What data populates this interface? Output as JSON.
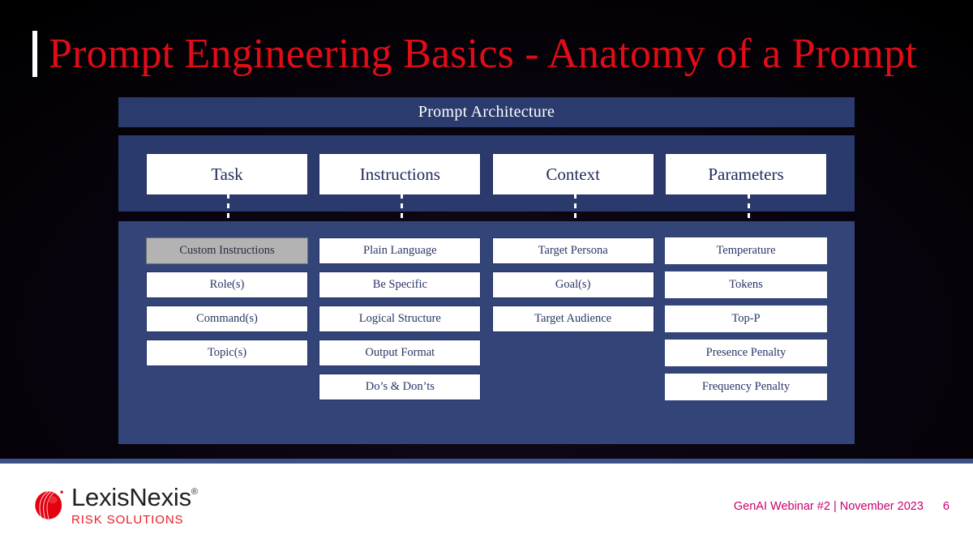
{
  "slide": {
    "title": "Prompt Engineering Basics - Anatomy of a Prompt",
    "title_color": "#e00d18",
    "background_color": "#000000"
  },
  "architecture": {
    "header_label": "Prompt Architecture",
    "header_bg": "#2c3b6e",
    "panel_top_bg": "#2b3a6d",
    "panel_bottom_bg": "#334479",
    "columns": [
      {
        "pillar": "Task",
        "items": [
          {
            "label": "Custom Instructions",
            "style": "highlight"
          },
          {
            "label": "Role(s)",
            "style": "solid"
          },
          {
            "label": "Command(s)",
            "style": "solid"
          },
          {
            "label": "Topic(s)",
            "style": "solid"
          }
        ]
      },
      {
        "pillar": "Instructions",
        "items": [
          {
            "label": "Plain Language",
            "style": "solid"
          },
          {
            "label": "Be Specific",
            "style": "solid"
          },
          {
            "label": "Logical Structure",
            "style": "solid"
          },
          {
            "label": "Output Format",
            "style": "solid"
          },
          {
            "label": "Do’s & Don’ts",
            "style": "solid"
          }
        ]
      },
      {
        "pillar": "Context",
        "items": [
          {
            "label": "Target Persona",
            "style": "solid"
          },
          {
            "label": "Goal(s)",
            "style": "solid"
          },
          {
            "label": "Target Audience",
            "style": "solid"
          }
        ]
      },
      {
        "pillar": "Parameters",
        "items": [
          {
            "label": "Temperature",
            "style": "dashed"
          },
          {
            "label": "Tokens",
            "style": "dashed"
          },
          {
            "label": "Top-P",
            "style": "dashed"
          },
          {
            "label": "Presence Penalty",
            "style": "dashed"
          },
          {
            "label": "Frequency Penalty",
            "style": "dashed"
          }
        ]
      }
    ]
  },
  "footer": {
    "logo_name": "LexisNexis",
    "logo_registered": "®",
    "logo_tagline": "RISK SOLUTIONS",
    "logo_red": "#ed1c24",
    "meta_text": "GenAI Webinar #2 | November 2023",
    "page_number": "6",
    "meta_color": "#c8006b"
  }
}
